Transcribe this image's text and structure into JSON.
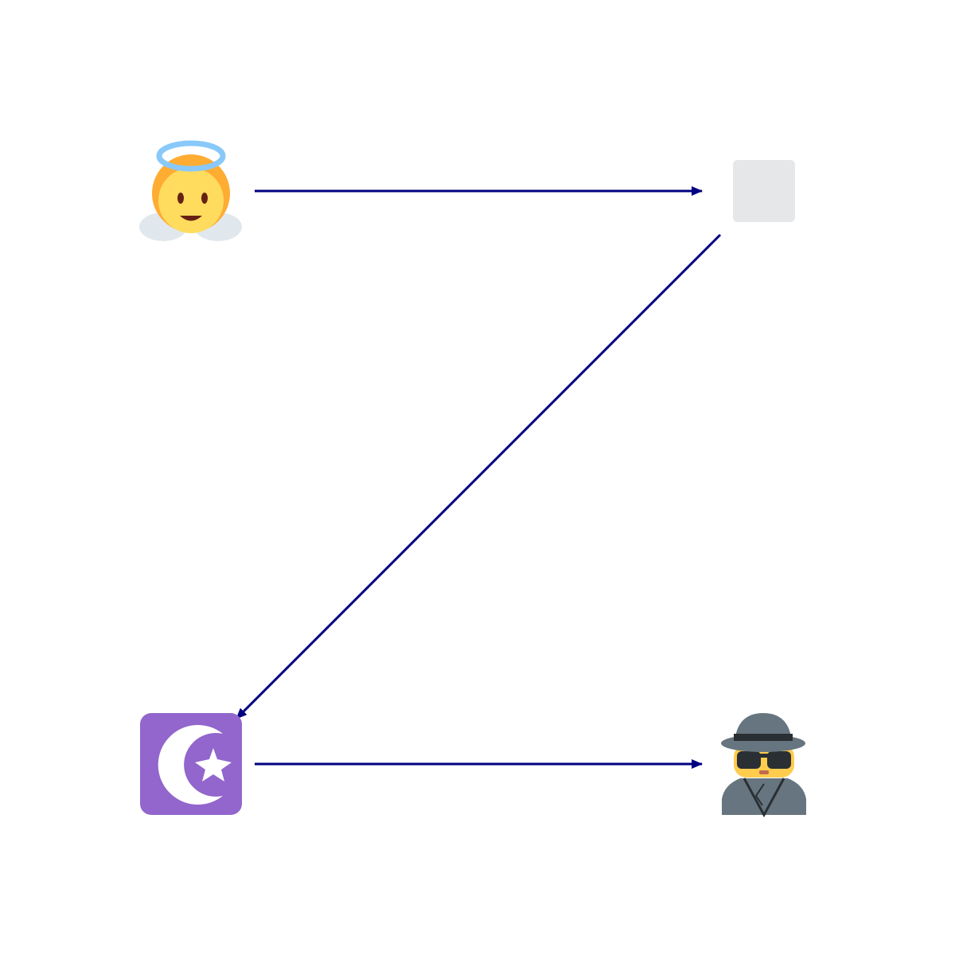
{
  "diagram": {
    "type": "flow",
    "edge_color": "#000080",
    "nodes": [
      {
        "id": "angel",
        "icon": "baby-angel-icon",
        "colors": {
          "halo": "#88c9f9",
          "hair": "#ffac33",
          "face": "#ffdc5d",
          "wings": "#e1e8ed"
        }
      },
      {
        "id": "placeholder",
        "icon": "empty-tile-icon",
        "colors": {
          "fill": "#e6e7e8"
        }
      },
      {
        "id": "star-crescent",
        "icon": "star-and-crescent-icon",
        "colors": {
          "tile": "#9266cc",
          "glyph": "#ffffff"
        }
      },
      {
        "id": "detective",
        "icon": "detective-icon",
        "colors": {
          "hat": "#66757f",
          "band": "#292f33",
          "face": "#ffcc4d",
          "coat": "#66757f"
        }
      }
    ],
    "edges": [
      {
        "from": "angel",
        "to": "placeholder"
      },
      {
        "from": "placeholder",
        "to": "star-crescent"
      },
      {
        "from": "star-crescent",
        "to": "detective"
      }
    ]
  }
}
